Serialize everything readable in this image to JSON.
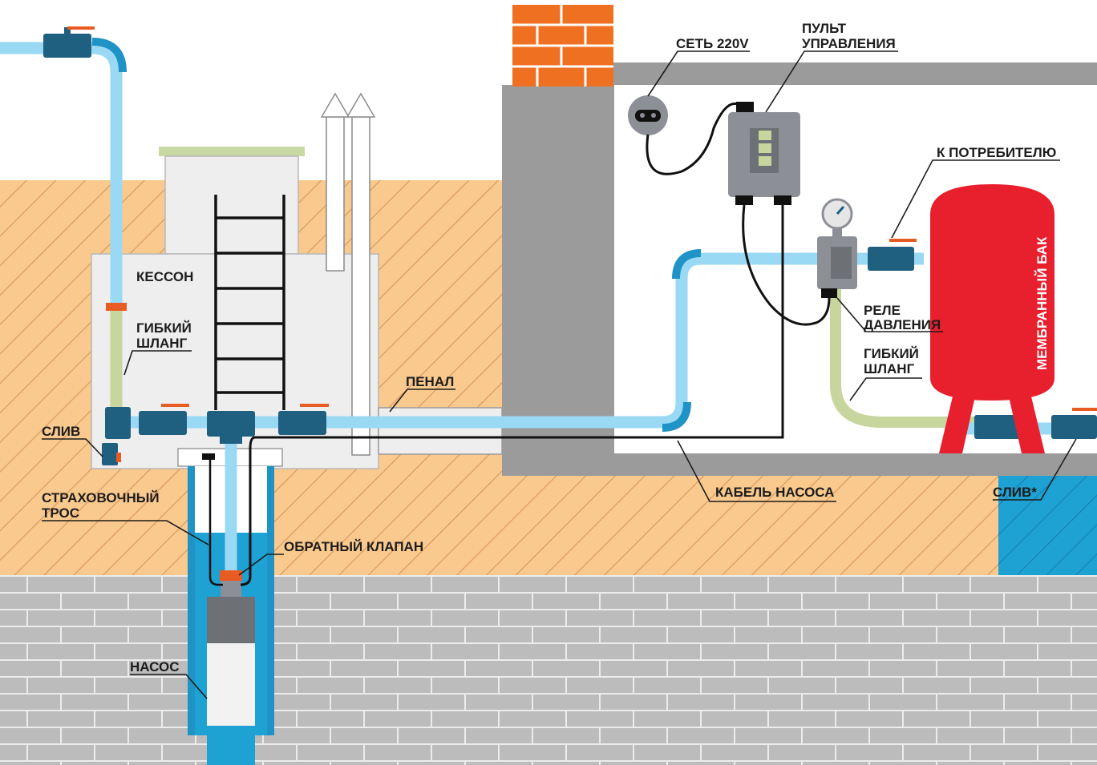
{
  "labels": {
    "caisson": "КЕССОН",
    "flex_hose_left_1": "ГИБКИЙ",
    "flex_hose_left_2": "ШЛАНГ",
    "drain_left": "СЛИВ",
    "safety_rope_1": "СТРАХОВОЧНЫЙ",
    "safety_rope_2": "ТРОС",
    "check_valve": "ОБРАТНЫЙ КЛАПАН",
    "pump": "НАСОС",
    "casing": "ПЕНАЛ",
    "mains": "СЕТЬ 220V",
    "control_panel_1": "ПУЛЬТ",
    "control_panel_2": "УПРАВЛЕНИЯ",
    "to_consumer": "К ПОТРЕБИТЕЛЮ",
    "pressure_relay_1": "РЕЛЕ",
    "pressure_relay_2": "ДАВЛЕНИЯ",
    "flex_hose_right_1": "ГИБКИЙ",
    "flex_hose_right_2": "ШЛАНГ",
    "pump_cable": "КАБЕЛЬ НАСОСА",
    "drain_right": "СЛИВ*",
    "membrane_tank": "МЕМБРАННЫЙ БАК"
  },
  "colors": {
    "soil": "#f9c98e",
    "soil_hatch": "#d9955a",
    "rock": "#bcbcbc",
    "rock_line": "#f2f2f2",
    "wall": "#9b9b9b",
    "brick": "#f07022",
    "pipe": "#9ad9f4",
    "pipe_dark": "#1f93c6",
    "water": "#1ea1d3",
    "fitting": "#1f5f80",
    "valve_handle": "#e85b22",
    "hose": "#c6d69d",
    "tank": "#e8202e",
    "cable": "#111111",
    "caisson": "#eeeeee",
    "equipment": "#8c9096"
  },
  "icons": {
    "gauge": "pressure-gauge-icon",
    "socket": "power-socket-icon",
    "valve": "ball-valve-icon"
  }
}
